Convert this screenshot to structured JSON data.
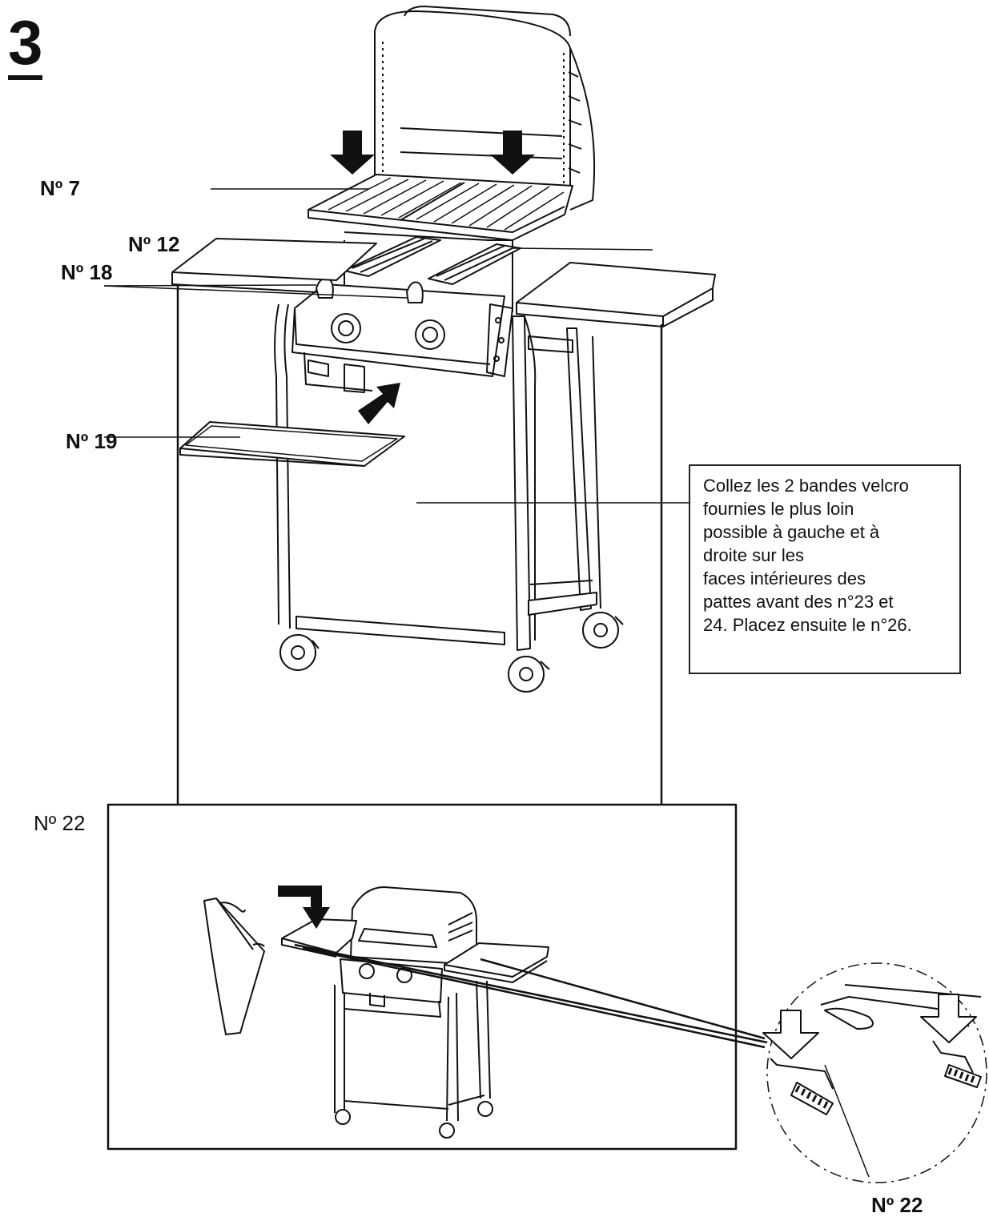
{
  "step_number": "3",
  "labels": {
    "part_7": "Nº 7",
    "part_12": "Nº 12",
    "part_18": "Nº 18",
    "part_19": "Nº 19",
    "part_22_inset": "Nº 22",
    "part_22_detail": "Nº 22"
  },
  "note": {
    "lines": [
      "Collez les 2 bandes velcro",
      "fournies le plus loin",
      "possible à gauche et à",
      "droite sur les",
      "faces intérieures des",
      "pattes avant des n°23 et",
      "24. Placez ensuite le n°26."
    ]
  },
  "icons": [
    "down-arrow-icon",
    "down-arrow-icon",
    "insert-arrow-icon",
    "l-down-arrow-icon",
    "detail-down-arrow-icon"
  ]
}
